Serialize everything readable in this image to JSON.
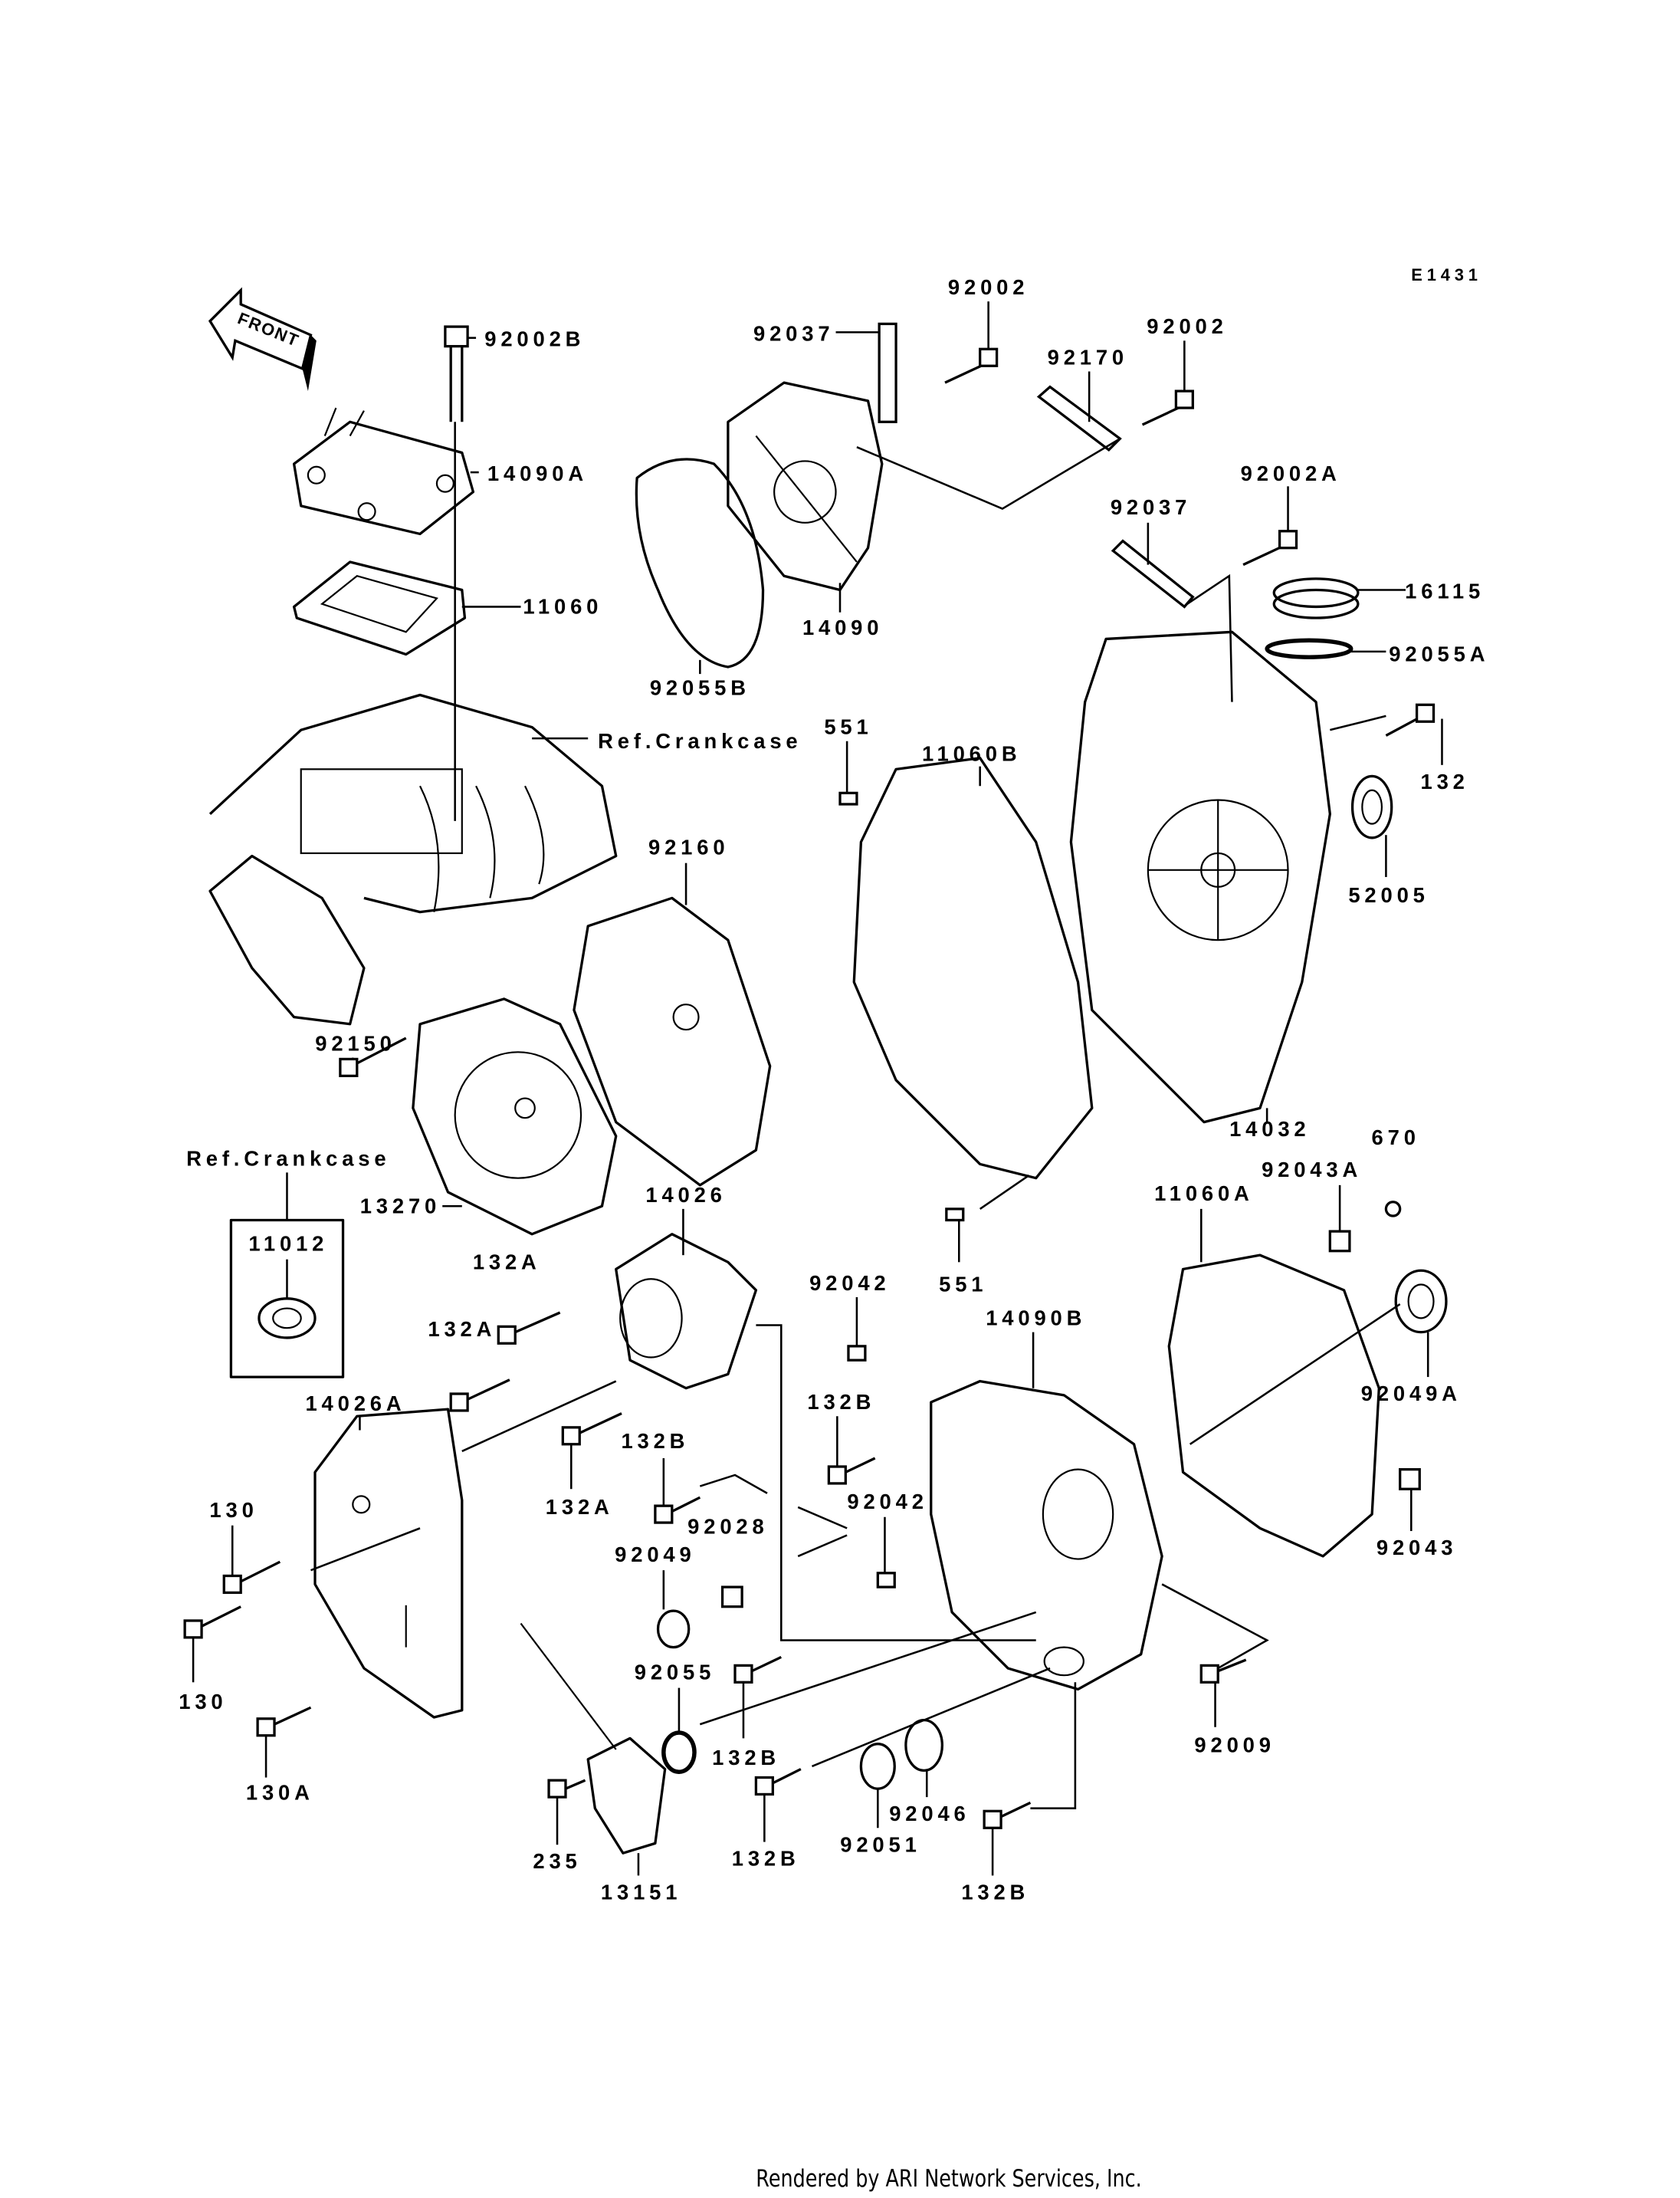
{
  "diagram_code": "E1431",
  "front_logo": "FRONT",
  "labels": [
    "92002B",
    "14090A",
    "11060",
    "92037",
    "92002",
    "92170",
    "92002",
    "92037",
    "92002A",
    "16115",
    "92055A",
    "132",
    "52005",
    "14090",
    "92055B",
    "551",
    "11060B",
    "Ref.Crankcase",
    "92160",
    "92150",
    "Ref.Crankcase",
    "11012",
    "13270",
    "14026",
    "132A",
    "132A",
    "14090B",
    "92042",
    "551",
    "11060A",
    "92043A",
    "670",
    "92049A",
    "14032",
    "14026A",
    "130",
    "130",
    "130A",
    "132A",
    "132B",
    "132B",
    "92028",
    "92042",
    "92049",
    "92055",
    "132B",
    "235",
    "13151",
    "132B",
    "92051",
    "92046",
    "132B",
    "92043",
    "92009"
  ],
  "footer": "Rendered by ARI Network Services, Inc."
}
